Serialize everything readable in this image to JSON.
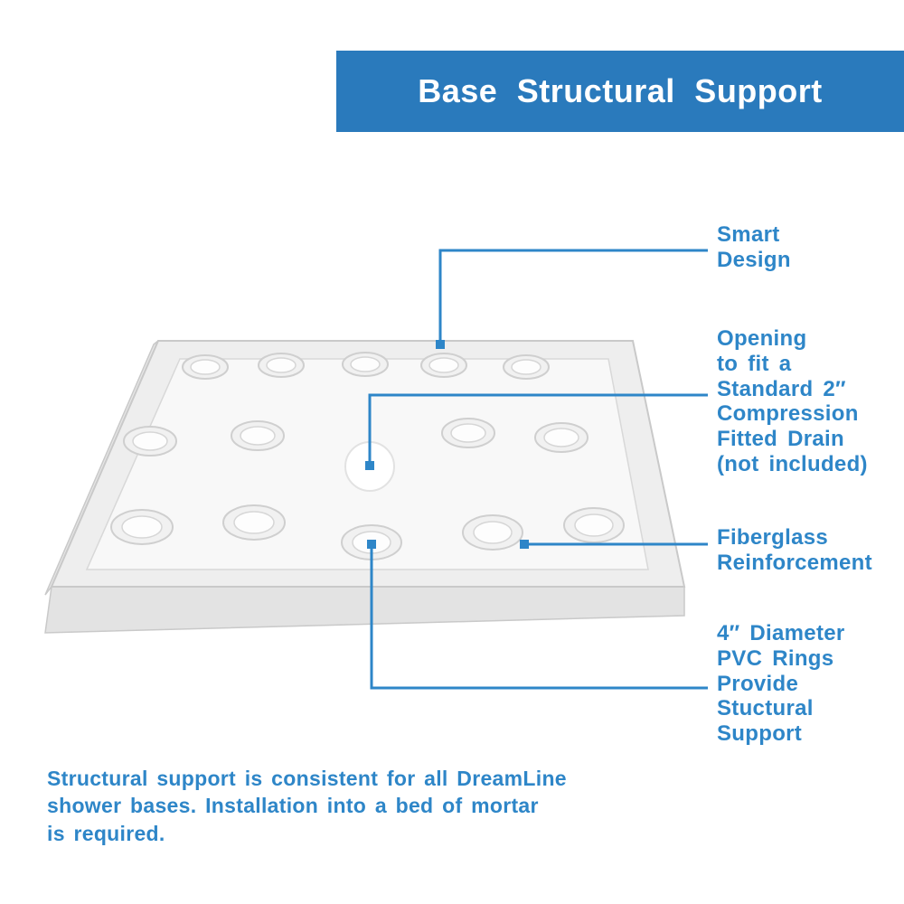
{
  "header": {
    "title": "Base Structural Support",
    "bg_color": "#2a7abc",
    "text_color": "#ffffff"
  },
  "accent_color": "#2e86c8",
  "callouts": [
    {
      "id": "smart-design",
      "label": "Smart\nDesign"
    },
    {
      "id": "drain-opening",
      "label": "Opening\nto fit a\nStandard 2″\nCompression\nFitted Drain\n(not included)"
    },
    {
      "id": "fiberglass-reinforcement",
      "label": "Fiberglass\nReinforcement"
    },
    {
      "id": "pvc-rings",
      "label": "4″ Diameter\nPVC Rings\nProvide\nStuctural\nSupport"
    }
  ],
  "footer": {
    "text": "Structural support is consistent for all DreamLine\nshower bases. Installation into a bed of mortar\nis required."
  }
}
